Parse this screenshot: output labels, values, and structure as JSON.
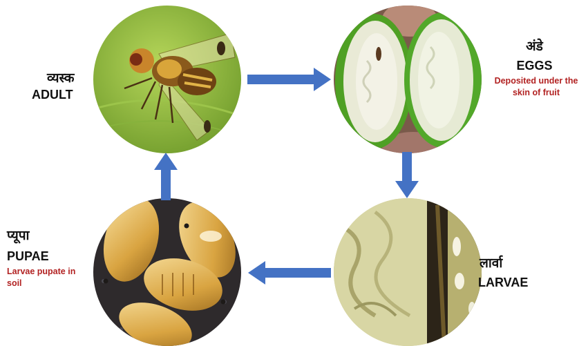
{
  "stages": {
    "adult": {
      "hindi": "व्यस्क",
      "english": "ADULT",
      "note": ""
    },
    "eggs": {
      "hindi": "अंडे",
      "english": "EGGS",
      "note": "Deposited under the skin of fruit"
    },
    "larvae": {
      "hindi": "लार्वा",
      "english": "LARVAE",
      "note": ""
    },
    "pupae": {
      "hindi": "प्यूपा",
      "english": "PUPAE",
      "note": "Larvae pupate in soil"
    }
  },
  "colors": {
    "arrow": "#4472C4",
    "note": "#b22222",
    "leaf_green": "#8db83a",
    "fruit_green": "#5fae2e",
    "pupa_amber": "#d9a441"
  },
  "icons": {
    "adult": "fruit-fly-photo",
    "eggs": "cut-fruit-eggs-photo",
    "larvae": "larvae-in-fruit-photo",
    "pupae": "pupae-on-soil-photo"
  }
}
